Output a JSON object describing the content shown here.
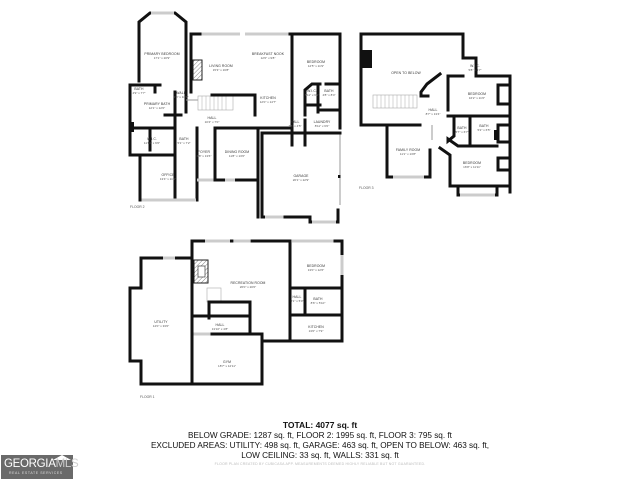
{
  "floor2": {
    "label": "FLOOR 2",
    "rooms": [
      {
        "name": "PRIMARY BEDROOM",
        "dims": "17'1\" x 20'9\""
      },
      {
        "name": "LIVING ROOM",
        "dims": "15'3\" x 16'8\""
      },
      {
        "name": "BREAKFAST NOOK",
        "dims": "12'0\" x 9'8\""
      },
      {
        "name": "BEDROOM",
        "dims": "12'5\" x 11'9\""
      },
      {
        "name": "BATH",
        "dims": "4'9\" x 7'7\""
      },
      {
        "name": "WALL",
        "dims": "3'5\" x 10'6\""
      },
      {
        "name": "PRIMARY BATH",
        "dims": "12'1\" x 12'0\""
      },
      {
        "name": "HALL",
        "dims": "10'4\" x 7'0\""
      },
      {
        "name": "KITCHEN",
        "dims": "12'0\" x 14'7\""
      },
      {
        "name": "W.I.C.",
        "dims": "5'11\" x 6'3\""
      },
      {
        "name": "BATH",
        "dims": "4'8\" x 8'4\""
      },
      {
        "name": "HALL",
        "dims": "7'8\" x 4'5\""
      },
      {
        "name": "LAUNDRY",
        "dims": "8'11\" x 6'0\""
      },
      {
        "name": "W.I.C.",
        "dims": "11'10\" x 6'6\""
      },
      {
        "name": "BATH",
        "dims": "5'1\" x 7'2\""
      },
      {
        "name": "FOYER",
        "dims": "6'8\" x 13'6\""
      },
      {
        "name": "DINING ROOM",
        "dims": "11'8\" x 13'6\""
      },
      {
        "name": "GARAGE",
        "dims": "20'1\" x 22'9\""
      },
      {
        "name": "OFFICE",
        "dims": "13'4\" x 11'3\""
      }
    ]
  },
  "floor3": {
    "label": "FLOOR 3",
    "rooms": [
      {
        "name": "OPEN TO BELOW",
        "dims": ""
      },
      {
        "name": "W.I.C.",
        "dims": "5'8\" x 4'7\""
      },
      {
        "name": "BEDROOM",
        "dims": "16'2\" x 11'6\""
      },
      {
        "name": "HALL",
        "dims": "8'7\" x 13'4\""
      },
      {
        "name": "BATH",
        "dims": "5'7\" x 6'7\""
      },
      {
        "name": "BATH",
        "dims": "5'2\" x 6'5\""
      },
      {
        "name": "FAMILY ROOM",
        "dims": "11'1\" x 13'8\""
      },
      {
        "name": "BEDROOM",
        "dims": "16'8\" x 11'11\""
      }
    ]
  },
  "floor1": {
    "label": "FLOOR 1",
    "rooms": [
      {
        "name": "RECREATION ROOM",
        "dims": "26'0\" x 20'0\""
      },
      {
        "name": "BEDROOM",
        "dims": "13'0\" x 12'6\""
      },
      {
        "name": "HALL",
        "dims": "3'1\" x 5'0\""
      },
      {
        "name": "BATH",
        "dims": "8'6\" x 5'10\""
      },
      {
        "name": "UTILITY",
        "dims": "14'0\" x 33'0\""
      },
      {
        "name": "HALL",
        "dims": "13'10\" x 4'8\""
      },
      {
        "name": "KITCHEN",
        "dims": "13'0\" x 7'9\""
      },
      {
        "name": "GYM",
        "dims": "18'7\" x 12'11\""
      }
    ]
  },
  "summary": {
    "total": "TOTAL: 4077 sq. ft",
    "line1": "BELOW GRADE: 1287 sq. ft, FLOOR 2: 1995 sq. ft, FLOOR 3: 795 sq. ft",
    "line2": "EXCLUDED AREAS: UTILITY: 498 sq. ft, GARAGE: 463 sq. ft, OPEN TO BELOW: 463 sq. ft,",
    "line3": "LOW CEILING: 33 sq. ft, WALLS: 331 sq. ft",
    "disclaimer": "FLOOR PLAN CREATED BY CUBICASA APP. MEASUREMENTS DEEMED HIGHLY RELIABLE BUT NOT GUARANTEED."
  },
  "logo": {
    "brand": "GEORGIA",
    "brand_suffix": "MLS",
    "subtitle": "REAL ESTATE SERVICES"
  }
}
